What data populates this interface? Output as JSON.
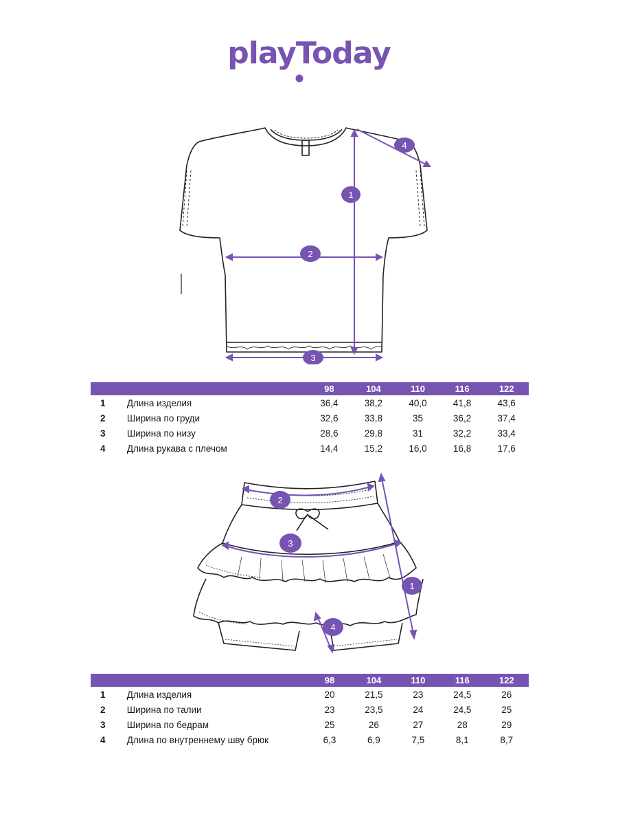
{
  "brand": {
    "logo_text": "playToday",
    "color": "#7753b2"
  },
  "tshirt": {
    "markers": [
      "1",
      "2",
      "3",
      "4"
    ],
    "table": {
      "sizes": [
        "98",
        "104",
        "110",
        "116",
        "122"
      ],
      "rows": [
        {
          "num": "1",
          "label": "Длина изделия",
          "values": [
            "36,4",
            "38,2",
            "40,0",
            "41,8",
            "43,6"
          ]
        },
        {
          "num": "2",
          "label": "Ширина по груди",
          "values": [
            "32,6",
            "33,8",
            "35",
            "36,2",
            "37,4"
          ]
        },
        {
          "num": "3",
          "label": "Ширина по низу",
          "values": [
            "28,6",
            "29,8",
            "31",
            "32,2",
            "33,4"
          ]
        },
        {
          "num": "4",
          "label": "Длина рукава с плечом",
          "values": [
            "14,4",
            "15,2",
            "16,0",
            "16,8",
            "17,6"
          ]
        }
      ]
    }
  },
  "skirt": {
    "markers": [
      "1",
      "2",
      "3",
      "4"
    ],
    "table": {
      "sizes": [
        "98",
        "104",
        "110",
        "116",
        "122"
      ],
      "rows": [
        {
          "num": "1",
          "label": "Длина изделия",
          "values": [
            "20",
            "21,5",
            "23",
            "24,5",
            "26"
          ]
        },
        {
          "num": "2",
          "label": "Ширина по талии",
          "values": [
            "23",
            "23,5",
            "24",
            "24,5",
            "25"
          ]
        },
        {
          "num": "3",
          "label": "Ширина по бедрам",
          "values": [
            "25",
            "26",
            "27",
            "28",
            "29"
          ]
        },
        {
          "num": "4",
          "label": "Длина по внутреннему шву брюк",
          "values": [
            "6,3",
            "6,9",
            "7,5",
            "8,1",
            "8,7"
          ]
        }
      ]
    }
  }
}
